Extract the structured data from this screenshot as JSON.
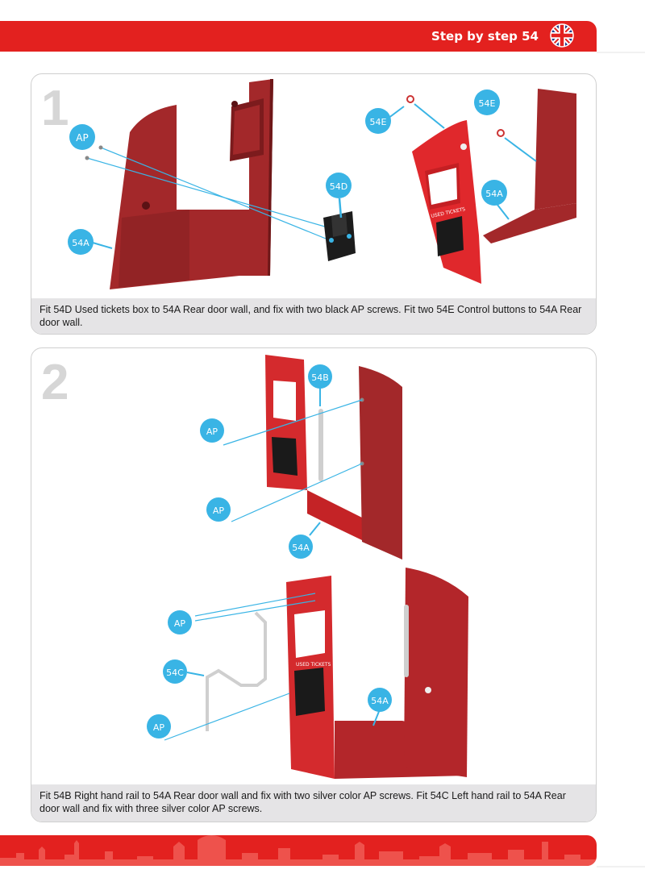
{
  "header": {
    "title": "Step by step 54",
    "flag_icon": "uk-flag-icon",
    "accent": "#e3211f"
  },
  "steps": [
    {
      "number": "1",
      "caption": "Fit 54D Used tickets box to 54A Rear door wall, and fix with two black AP screws. Fit two 54E Control buttons to 54A Rear door wall.",
      "labels": {
        "ap": "AP",
        "part_54a": "54A",
        "part_54d": "54D",
        "part_54e": "54E"
      },
      "sign_text": "USED TICKETS"
    },
    {
      "number": "2",
      "caption": "Fit 54B Right hand rail to 54A Rear door wall and fix with two silver color AP screws. Fit 54C Left hand rail to 54A Rear door wall and fix with three silver color AP screws.",
      "labels": {
        "ap": "AP",
        "part_54a": "54A",
        "part_54b": "54B",
        "part_54c": "54C"
      },
      "sign_text": "USED TICKETS"
    }
  ],
  "colors": {
    "callout": "#39b4e5",
    "wall_dark": "#a3282a",
    "wall_red": "#d42a2d",
    "caption_bg": "#e5e4e6"
  }
}
